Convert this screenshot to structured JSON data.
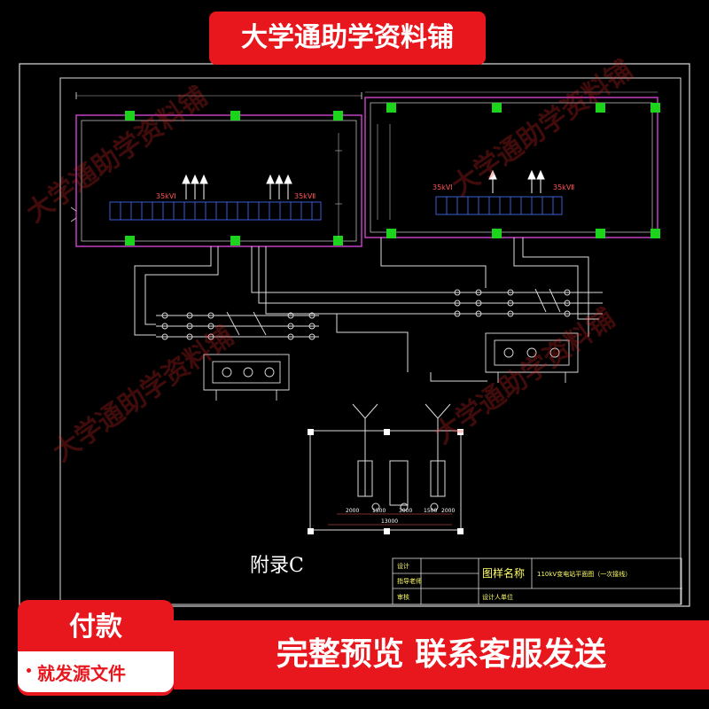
{
  "banner": {
    "text": "大学通助学资料铺"
  },
  "watermark": {
    "text": "大学通助学资料铺"
  },
  "drawing": {
    "appendix_label": "附录C",
    "left_room": {
      "bus1": "35kVⅠ",
      "bus2": "35kVⅡ"
    },
    "right_room": {
      "bus1": "35kVⅠ",
      "bus2": "35kVⅡ"
    },
    "dimensions": [
      "2000",
      "1500",
      "3000",
      "1500",
      "2000",
      "13000"
    ],
    "title_block": {
      "rows": [
        "设计",
        "指导老师",
        "审核"
      ],
      "drawing_name_label": "图样名称",
      "drawing_name": "110kV变电站平面图（一次接线）",
      "designer_row": "设计人单位"
    }
  },
  "payment": {
    "title": "付款",
    "subtitle": "就发源文件"
  },
  "footer": {
    "text": "完整预览  联系客服发送"
  }
}
